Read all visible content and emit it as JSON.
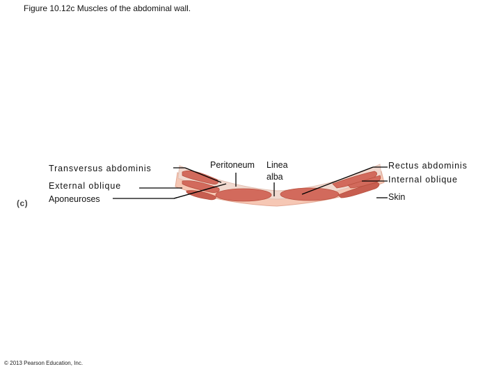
{
  "title": "Figure 10.12c  Muscles of the abdominal wall.",
  "panel_label": "(c)",
  "labels": {
    "transversus_abdominis": "Transversus abdominis",
    "external_oblique": "External oblique",
    "aponeuroses": "Aponeuroses",
    "peritoneum": "Peritoneum",
    "linea": "Linea",
    "alba": "alba",
    "rectus_abdominis": "Rectus abdominis",
    "internal_oblique": "Internal oblique",
    "skin": "Skin"
  },
  "copyright": "© 2013 Pearson Education, Inc.",
  "colors": {
    "muscle": "#d26a5c",
    "muscle_dark": "#b9503f",
    "fascia": "#f1d9cf",
    "skin": "#f6c7b4",
    "leader": "#000000"
  }
}
